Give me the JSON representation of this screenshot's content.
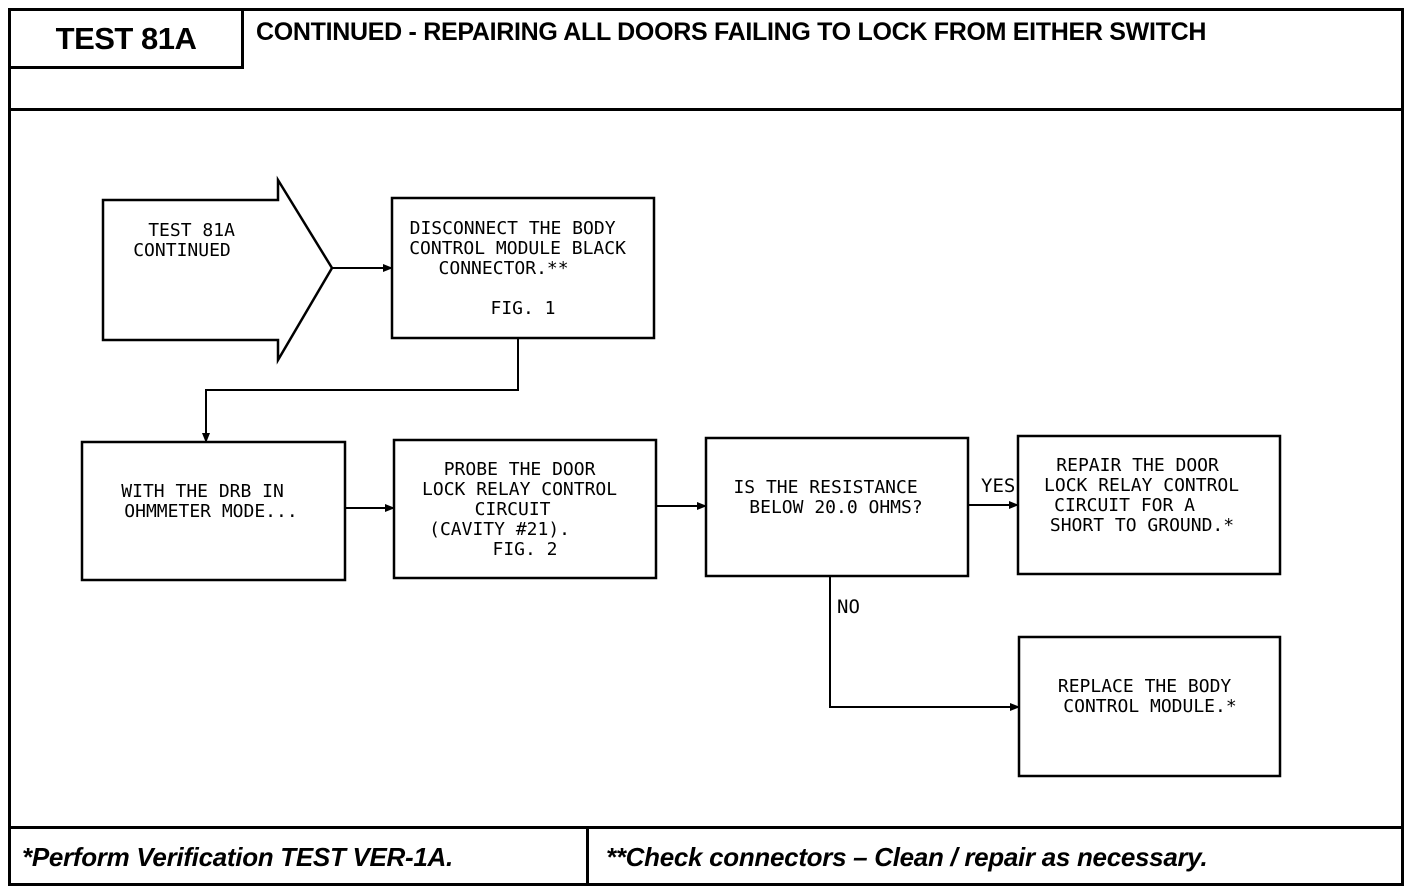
{
  "header": {
    "test_id": "TEST 81A",
    "title": "CONTINUED -  REPAIRING ALL DOORS FAILING TO LOCK FROM EITHER SWITCH"
  },
  "flow": {
    "start": [
      "TEST 81A",
      "CONTINUED"
    ],
    "disconnect": [
      "DISCONNECT THE BODY",
      "CONTROL MODULE BLACK",
      "CONNECTOR.**",
      "",
      "FIG. 1"
    ],
    "ohmmeter": [
      "WITH THE DRB IN",
      "OHMMETER MODE..."
    ],
    "probe": [
      "PROBE THE DOOR",
      "LOCK RELAY CONTROL",
      "CIRCUIT",
      "(CAVITY #21).",
      "FIG. 2"
    ],
    "question": [
      "IS THE RESISTANCE",
      "BELOW 20.0 OHMS?"
    ],
    "repair": [
      "REPAIR THE DOOR",
      "LOCK RELAY CONTROL",
      "CIRCUIT FOR A",
      "SHORT TO GROUND.*"
    ],
    "replace": [
      "REPLACE THE BODY",
      "CONTROL MODULE.*"
    ],
    "yes_label": "YES",
    "no_label": "NO"
  },
  "footer": {
    "left": "*Perform Verification TEST VER-1A.",
    "right": "**Check connectors – Clean / repair as necessary."
  }
}
